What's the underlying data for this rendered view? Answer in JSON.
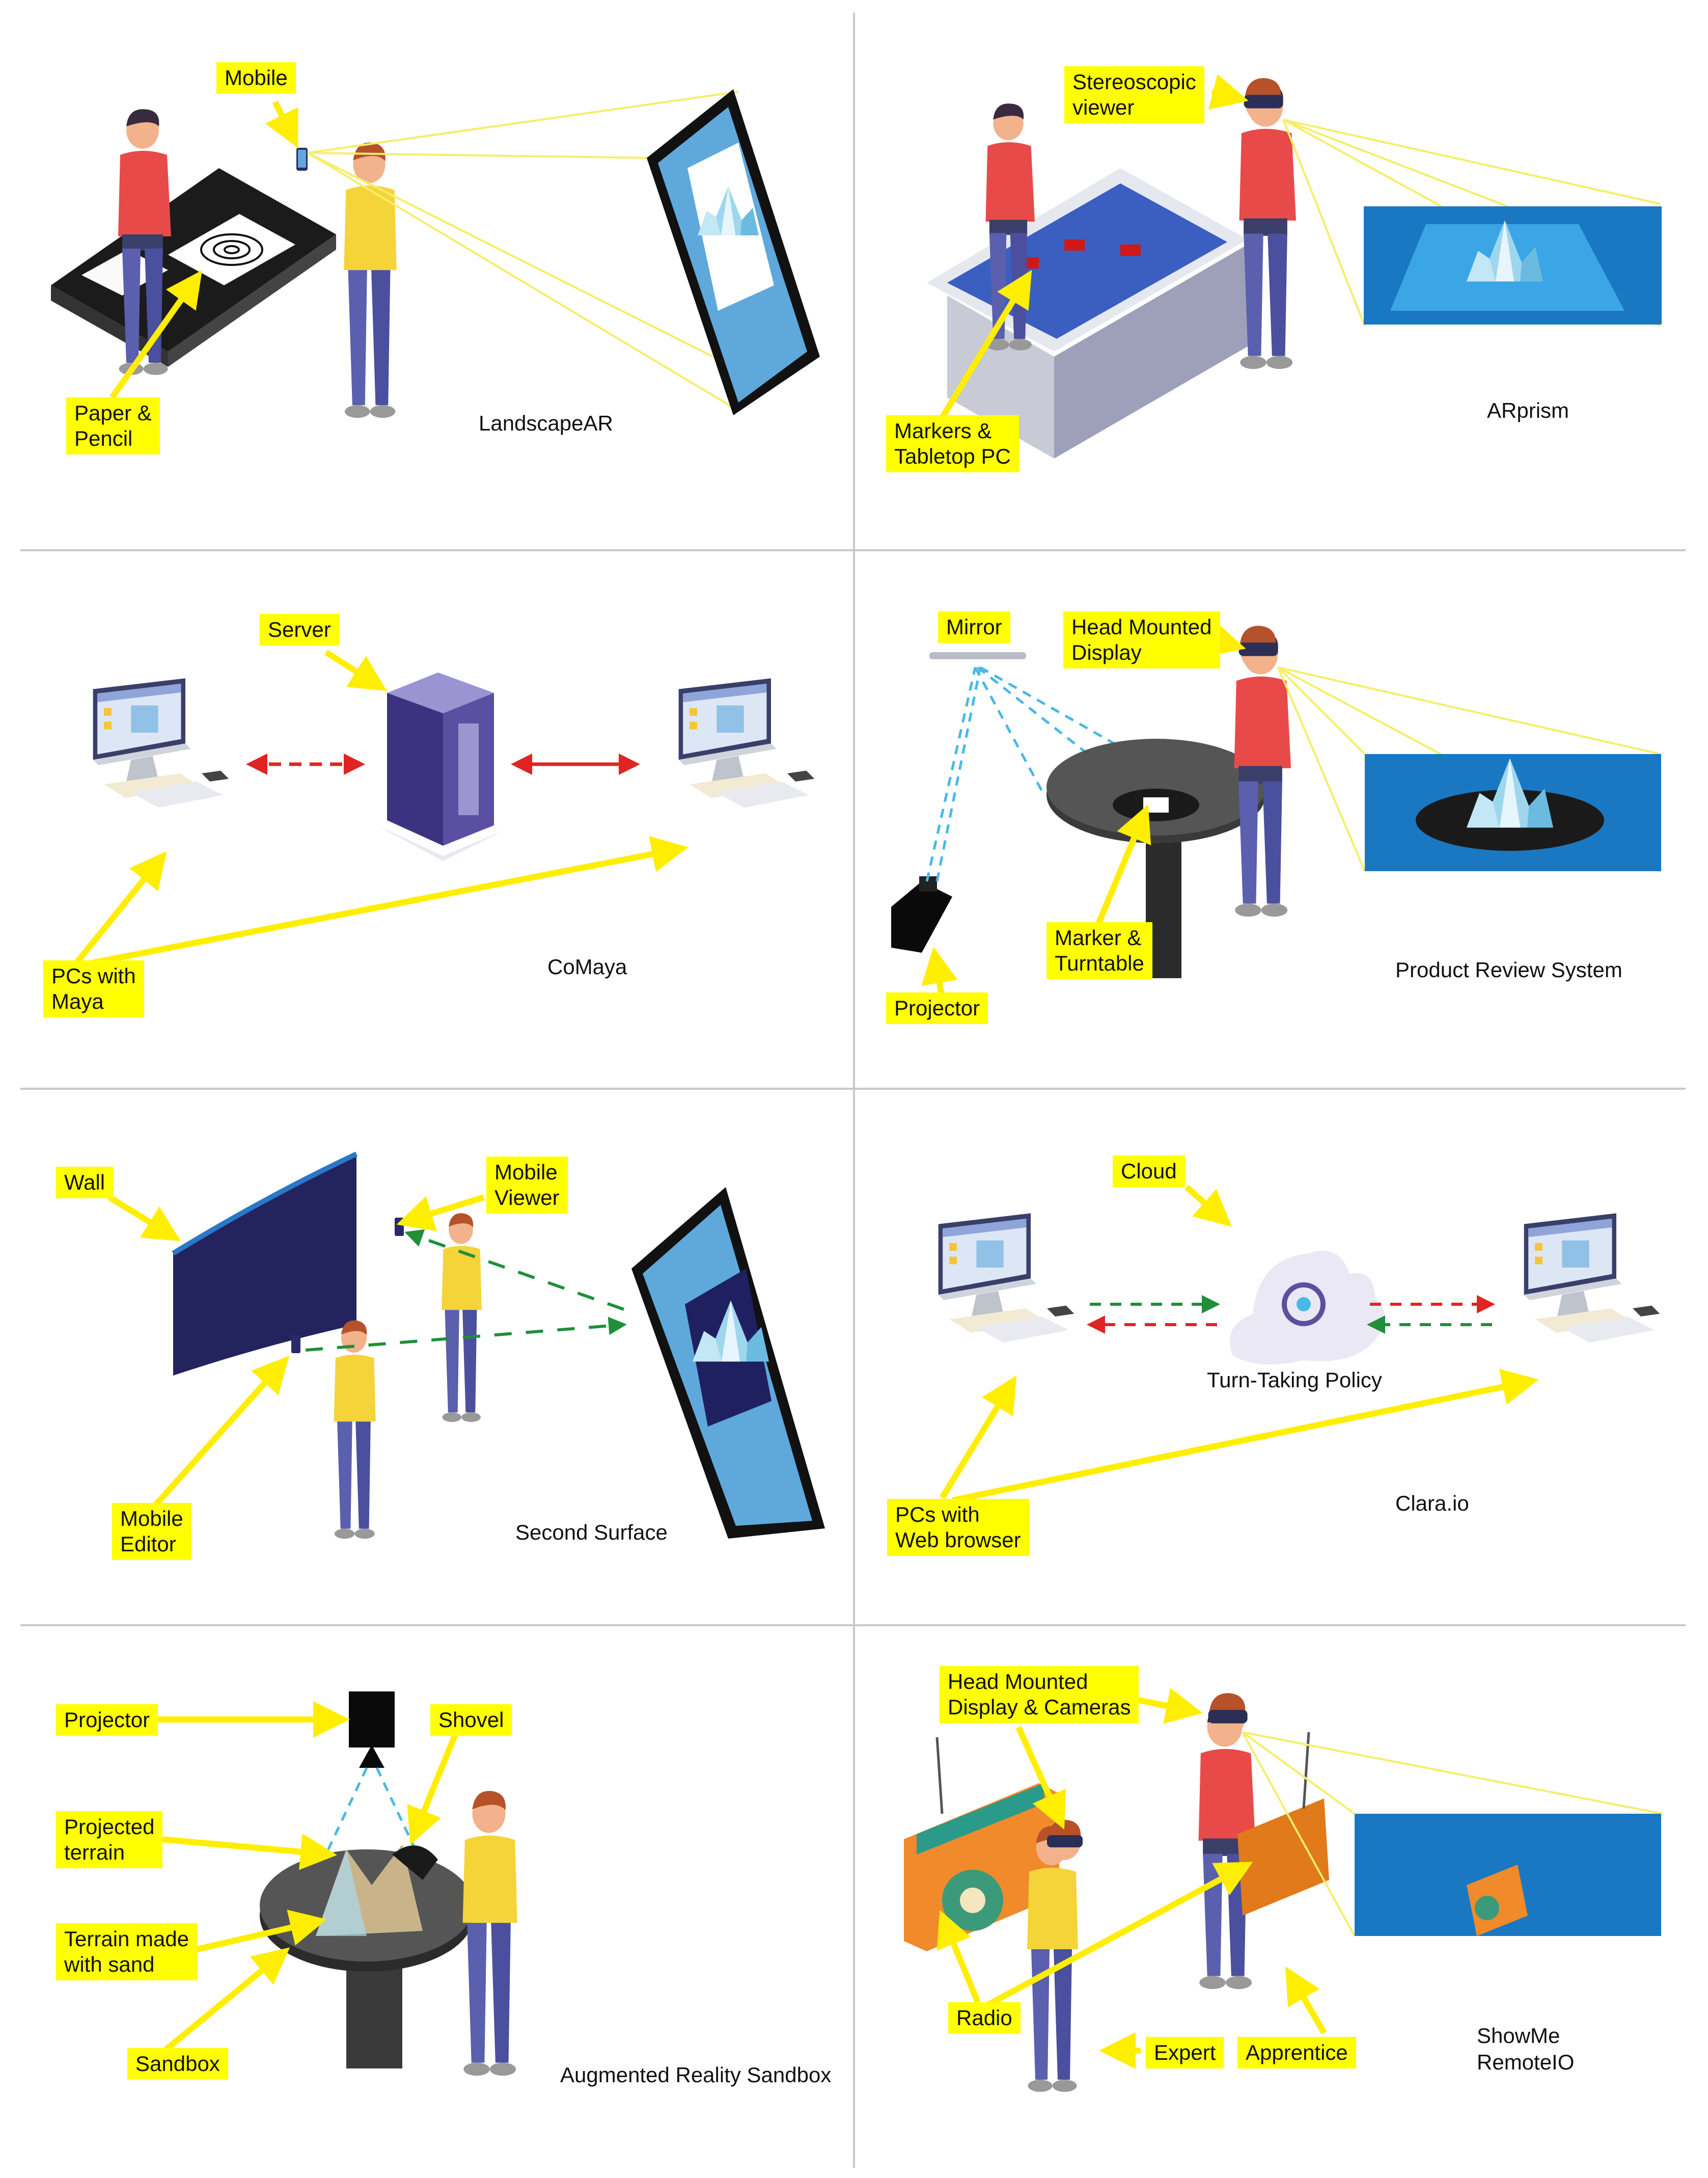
{
  "panels": [
    {
      "id": "landscapear",
      "caption": "LandscapeAR",
      "labels": [
        "Mobile",
        "Paper &\nPencil"
      ]
    },
    {
      "id": "arprism",
      "caption": "ARprism",
      "labels": [
        "Stereoscopic\nviewer",
        "Markers &\nTabletop PC"
      ]
    },
    {
      "id": "comaya",
      "caption": "CoMaya",
      "labels": [
        "Server",
        "PCs with\nMaya"
      ]
    },
    {
      "id": "product-review",
      "caption": "Product Review System",
      "labels": [
        "Mirror",
        "Head Mounted\nDisplay",
        "Marker &\nTurntable",
        "Projector"
      ]
    },
    {
      "id": "second-surface",
      "caption": "Second Surface",
      "labels": [
        "Wall",
        "Mobile\nViewer",
        "Mobile\nEditor"
      ]
    },
    {
      "id": "clara",
      "caption": "Clara.io",
      "subcaption": "Turn-Taking Policy",
      "labels": [
        "Cloud",
        "PCs with\nWeb browser"
      ]
    },
    {
      "id": "ar-sandbox",
      "caption": "Augmented Reality Sandbox",
      "labels": [
        "Projector",
        "Shovel",
        "Projected\nterrain",
        "Terrain made\nwith sand",
        "Sandbox"
      ]
    },
    {
      "id": "showme",
      "caption": "ShowMe\nRemoteIO",
      "labels": [
        "Head Mounted\nDisplay & Cameras",
        "Radio",
        "Expert",
        "Apprentice"
      ]
    }
  ],
  "colors": {
    "label_bg": "#ffff00",
    "pointer": "#ffee00",
    "sight_line": "#f5ee6a",
    "red_shirt": "#e84a4a",
    "yellow_shirt": "#f5d43a",
    "pants": "#5a5fae",
    "skin": "#f2b28c",
    "hair": "#3a2a3e",
    "hair_red": "#b5522a",
    "display_blue": "#1a78c2",
    "screen_light_blue": "#5fa8dc",
    "server_purple": "#5a4fa0",
    "wall_navy": "#23235e",
    "table_dark": "#2b2b2b",
    "arrow_red": "#e02424",
    "arrow_green": "#1f8f3a",
    "dash_cyan": "#49b8e6",
    "radio_orange": "#f08a2a",
    "divider": "#c9c9c9"
  },
  "icons": [
    "mobile-icon",
    "person-icon",
    "monitor-icon",
    "server-icon",
    "cloud-icon",
    "projector-icon",
    "mirror-icon",
    "turntable-icon",
    "mountain-model-icon",
    "radio-icon",
    "hmd-icon",
    "wall-icon",
    "sandbox-icon",
    "shovel-icon"
  ]
}
